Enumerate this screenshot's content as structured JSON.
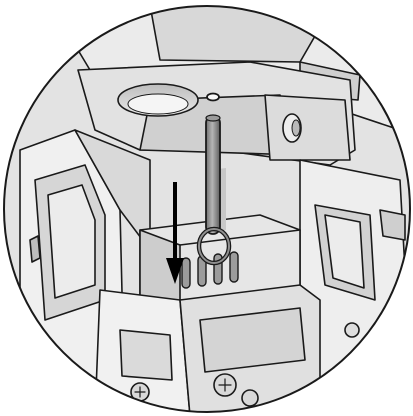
{
  "figure": {
    "kind": "technical-detail-view",
    "frame_shape": "circle",
    "style": "grayscale-line-illustration",
    "callout_arrow_direction": "down",
    "colors": {
      "background": "#ffffff",
      "outline": "#1a1a1a",
      "frame_fill": "#e3e3e3",
      "part_light": "#f2f2f2",
      "part_mid": "#d2d2d2",
      "part_dark": "#a9a9a9",
      "pin_fill": "#8c8c8c",
      "arrow": "#000000"
    },
    "parts": {
      "pin": "pin-with-pull-ring",
      "arrow": "down-arrow-icon",
      "slots": "vertical-slot-row",
      "fasteners": "bolt-heads"
    }
  }
}
